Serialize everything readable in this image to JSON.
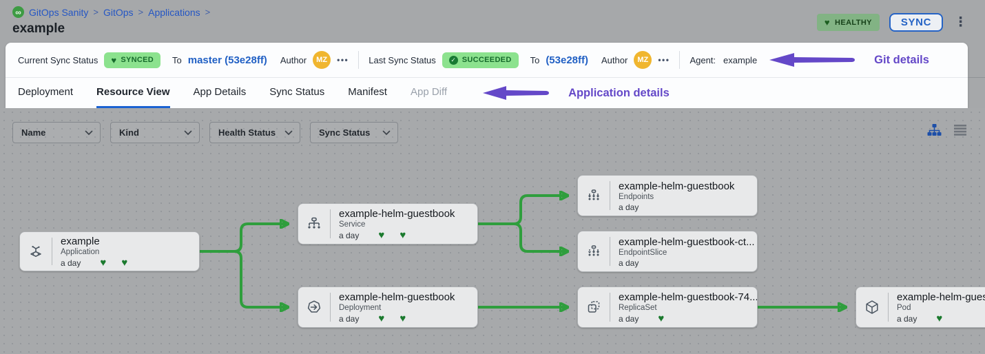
{
  "icons": {
    "heart": "♥",
    "check": "✓",
    "ellipsis": "•••",
    "kebab": "⋮",
    "infinity": "∞"
  },
  "breadcrumb": {
    "separator": ">",
    "items": [
      "GitOps Sanity",
      "GitOps",
      "Applications"
    ]
  },
  "page_title": "example",
  "header": {
    "health_badge": "HEALTHY",
    "sync_button": "SYNC"
  },
  "sync_bar": {
    "current_label": "Current Sync Status",
    "current_badge": "SYNCED",
    "current_to": "To",
    "current_ref": "master (53e28ff)",
    "current_author": "Author",
    "current_avatar": "MZ",
    "last_label": "Last Sync Status",
    "last_badge": "SUCCEEDED",
    "last_to": "To",
    "last_ref": "(53e28ff)",
    "last_author": "Author",
    "last_avatar": "MZ",
    "agent_label": "Agent:",
    "agent_value": "example",
    "annotation": "Git details"
  },
  "tabs": {
    "items": [
      "Deployment",
      "Resource View",
      "App Details",
      "Sync Status",
      "Manifest",
      "App Diff"
    ],
    "active": "Resource View",
    "annotation": "Application details"
  },
  "filters": {
    "name": "Name",
    "kind": "Kind",
    "health": "Health Status",
    "sync": "Sync Status"
  },
  "graph": {
    "nodes": [
      {
        "title": "example",
        "kind": "Application",
        "age": "a day",
        "hearts": "♥ ♥"
      },
      {
        "title": "example-helm-guestbook",
        "kind": "Service",
        "age": "a day",
        "hearts": "♥ ♥"
      },
      {
        "title": "example-helm-guestbook",
        "kind": "Endpoints",
        "age": "a day",
        "hearts": ""
      },
      {
        "title": "example-helm-guestbook-ct...",
        "kind": "EndpointSlice",
        "age": "a day",
        "hearts": ""
      },
      {
        "title": "example-helm-guestbook",
        "kind": "Deployment",
        "age": "a day",
        "hearts": "♥ ♥"
      },
      {
        "title": "example-helm-guestbook-74...",
        "kind": "ReplicaSet",
        "age": "a day",
        "hearts": "♥"
      },
      {
        "title": "example-helm-guest",
        "kind": "Pod",
        "age": "a day",
        "hearts": "♥"
      }
    ]
  },
  "colors": {
    "edge_green": "#2f9e3d",
    "badge_green_bg": "#8ce28e",
    "badge_green_text": "#166b2c",
    "link_blue": "#2160c4",
    "annotation_purple": "#6448c8",
    "avatar_orange": "#f0b62f"
  }
}
